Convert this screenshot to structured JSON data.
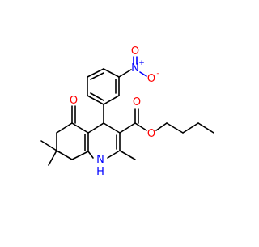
{
  "atoms": {
    "nitrogen_nitro": "N",
    "nitro_charge_plus": "+",
    "oxygen_nitro_top": "O",
    "oxygen_nitro_right": "O",
    "oxygen_nitro_charge_minus": "-",
    "oxygen_ketone": "O",
    "oxygen_ester_carbonyl": "O",
    "oxygen_ester_alkoxy": "O",
    "nitrogen_ring": "N",
    "hydrogen_ring": "H"
  },
  "colors": {
    "bond": "#000000",
    "oxygen": "#ff0000",
    "nitrogen": "#0000ff",
    "background": "#ffffff"
  }
}
